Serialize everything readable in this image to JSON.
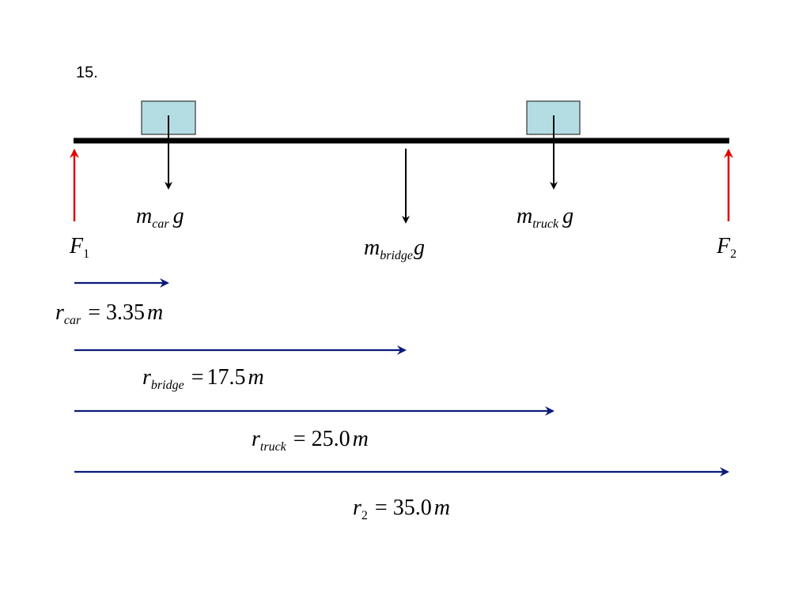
{
  "problem_number": "15.",
  "colors": {
    "beam": "#000000",
    "block_fill": "#b4dde3",
    "block_stroke": "#333333",
    "support_force": "#e00000",
    "distance_arrow": "#0a1a7a",
    "weight_arrow": "#000000"
  },
  "labels": {
    "car_weight": {
      "main": "m",
      "sub": "car",
      "tail": "g"
    },
    "bridge_weight": {
      "main": "m",
      "sub": "bridge",
      "tail": "g"
    },
    "truck_weight": {
      "main": "m",
      "sub": "truck",
      "tail": "g"
    },
    "f1": {
      "main": "F",
      "sub": "1"
    },
    "f2": {
      "main": "F",
      "sub": "2"
    }
  },
  "distances": [
    {
      "var": "r",
      "sub": "car",
      "eq": "=",
      "value": "3.35",
      "unit": "m"
    },
    {
      "var": "r",
      "sub": "bridge",
      "eq": "=",
      "value": "17.5",
      "unit": "m"
    },
    {
      "var": "r",
      "sub": "truck",
      "eq": "=",
      "value": "25.0",
      "unit": "m"
    },
    {
      "var": "r",
      "sub": "2",
      "eq": "=",
      "value": "35.0",
      "unit": "m"
    }
  ]
}
